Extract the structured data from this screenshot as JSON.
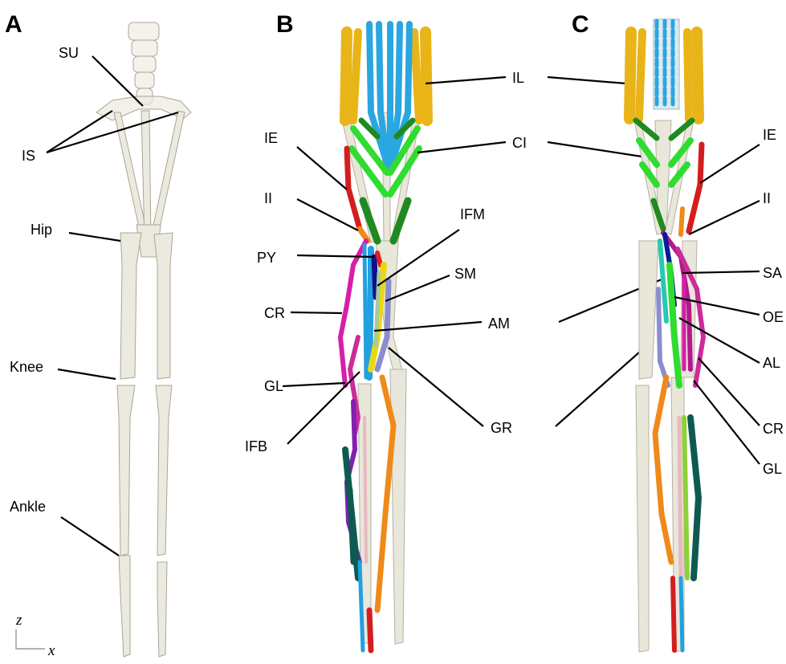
{
  "panels": [
    {
      "id": "A",
      "label": "A"
    },
    {
      "id": "B",
      "label": "B"
    },
    {
      "id": "C",
      "label": "C"
    }
  ],
  "labels": {
    "SU": "SU",
    "IS": "IS",
    "Hip": "Hip",
    "Knee": "Knee",
    "Ankle": "Ankle",
    "IL": "IL",
    "CI": "CI",
    "IE_B": "IE",
    "II_B": "II",
    "PY": "PY",
    "IFM": "IFM",
    "SM": "SM",
    "CR_B": "CR",
    "AM": "AM",
    "GL_B": "GL",
    "GR": "GR",
    "IFB": "IFB",
    "IE_C": "IE",
    "II_C": "II",
    "SA": "SA",
    "OE": "OE",
    "AL": "AL",
    "CR_C": "CR",
    "GL_C": "GL"
  },
  "axes": {
    "z": "z",
    "x": "x"
  },
  "colors": {
    "bone": "#e9e6da",
    "IL": "#e8b418",
    "spine_muscle": "#2aa6e0",
    "CI": "#2fdc2f",
    "CI_dark": "#1f8a1f",
    "IE": "#d41e1e",
    "PY": "#e21f1f",
    "IFM": "#10108a",
    "SM": "#e8d816",
    "CR": "#d81ea8",
    "AM": "#a8c8a0",
    "GL": "#cc2b9a",
    "GR": "#8c8cd0",
    "IFB": "#22a0e0",
    "SA": "#b01a8a",
    "OE": "#0a1a9a",
    "AL": "#25c9b0",
    "shank_dark": "#0e5a50",
    "shank_orange": "#ef8a1a",
    "shank_purple": "#8020b0",
    "shank_pink": "#e8b8c0",
    "shank_lime": "#8ed03a"
  }
}
